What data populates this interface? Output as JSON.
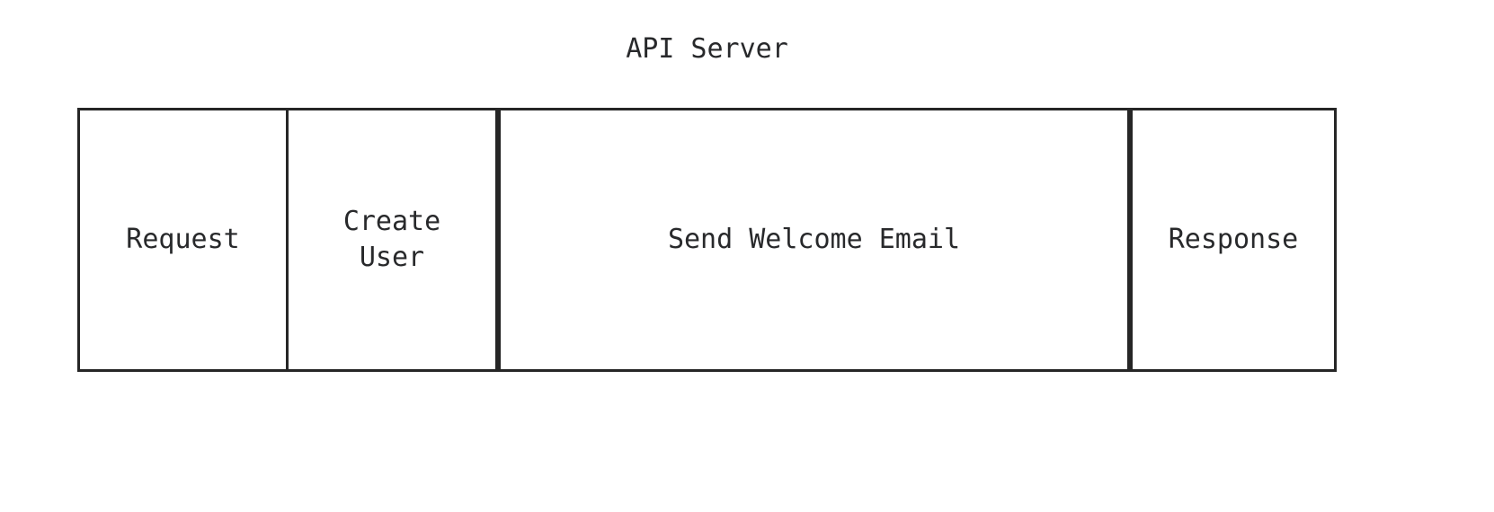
{
  "diagram": {
    "title": "API Server",
    "type": "timeline-bar",
    "colors": {
      "stroke": "#262626",
      "text": "#28292b",
      "background": "#ffffff"
    },
    "segments": [
      {
        "label": "Request",
        "name": "request"
      },
      {
        "label": "Create\nUser",
        "name": "create-user"
      },
      {
        "label": "Send Welcome Email",
        "name": "send-welcome-email"
      },
      {
        "label": "Response",
        "name": "response"
      }
    ]
  }
}
